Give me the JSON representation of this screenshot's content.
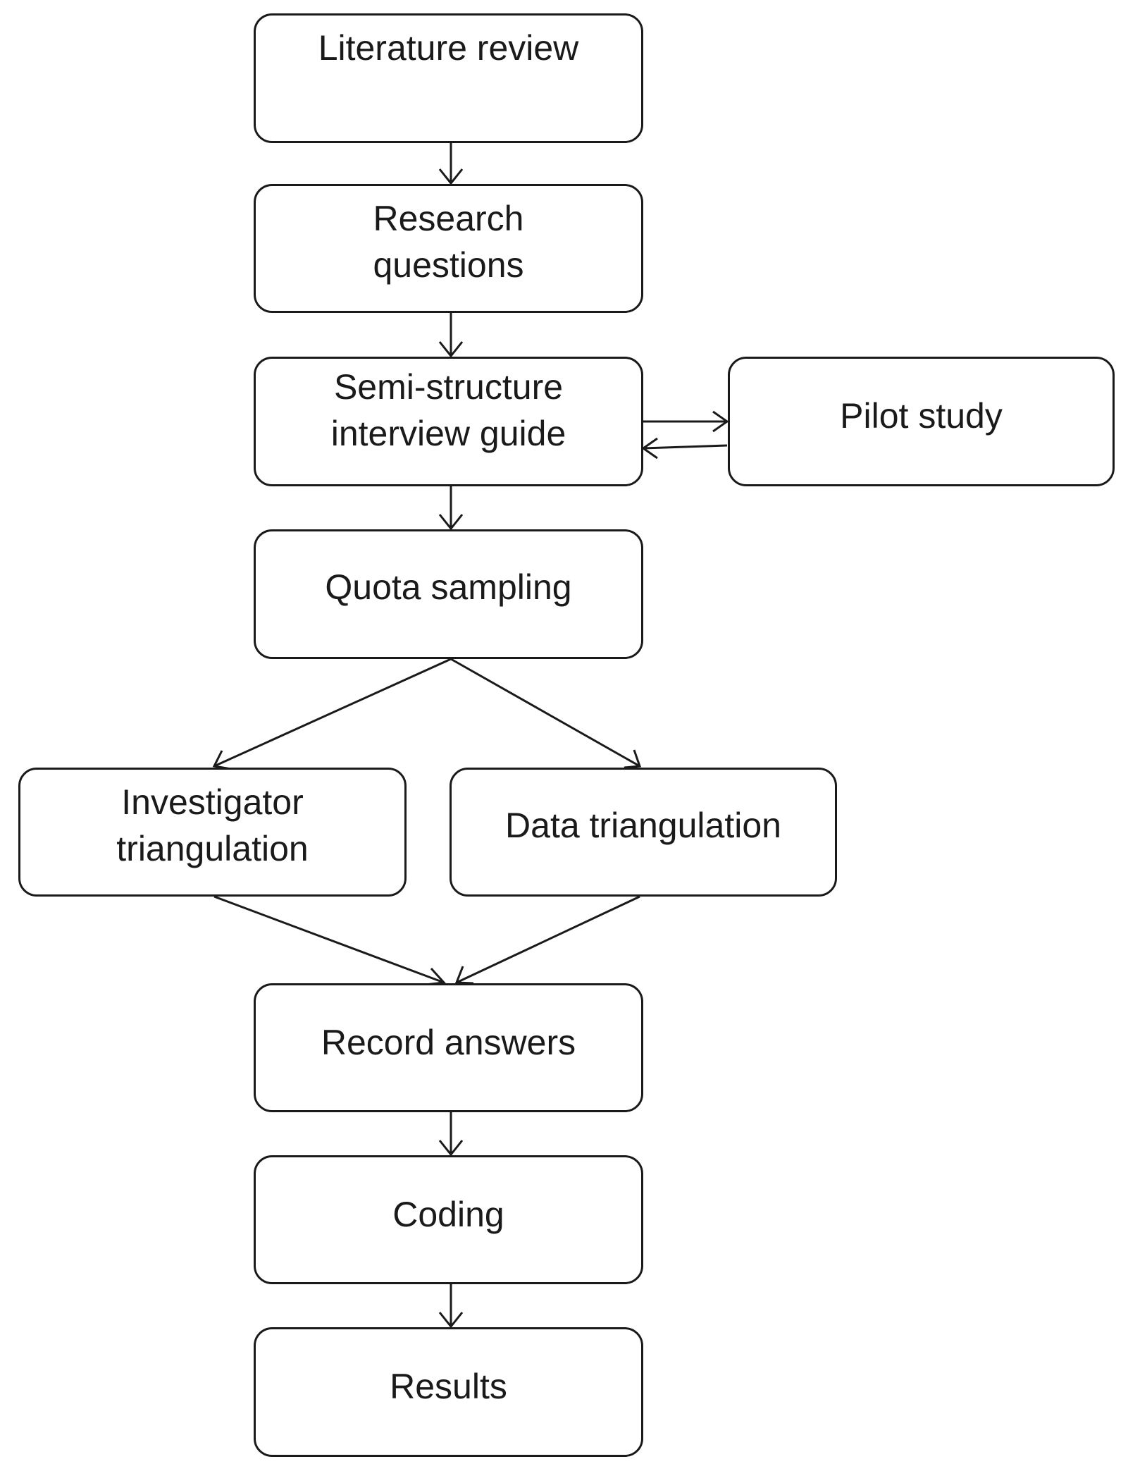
{
  "diagram": {
    "nodes": {
      "literature_review": "Literature review",
      "research_questions": "Research\nquestions",
      "interview_guide": "Semi-structure\ninterview guide",
      "pilot_study": "Pilot study",
      "quota_sampling": "Quota sampling",
      "investigator_triangulation": "Investigator\ntriangulation",
      "data_triangulation": "Data triangulation",
      "record_answers": "Record answers",
      "coding": "Coding",
      "results": "Results"
    },
    "edges": [
      {
        "from": "literature_review",
        "to": "research_questions"
      },
      {
        "from": "research_questions",
        "to": "interview_guide"
      },
      {
        "from": "interview_guide",
        "to": "pilot_study"
      },
      {
        "from": "pilot_study",
        "to": "interview_guide"
      },
      {
        "from": "interview_guide",
        "to": "quota_sampling"
      },
      {
        "from": "quota_sampling",
        "to": "investigator_triangulation"
      },
      {
        "from": "quota_sampling",
        "to": "data_triangulation"
      },
      {
        "from": "investigator_triangulation",
        "to": "record_answers"
      },
      {
        "from": "data_triangulation",
        "to": "record_answers"
      },
      {
        "from": "record_answers",
        "to": "coding"
      },
      {
        "from": "coding",
        "to": "results"
      }
    ]
  }
}
